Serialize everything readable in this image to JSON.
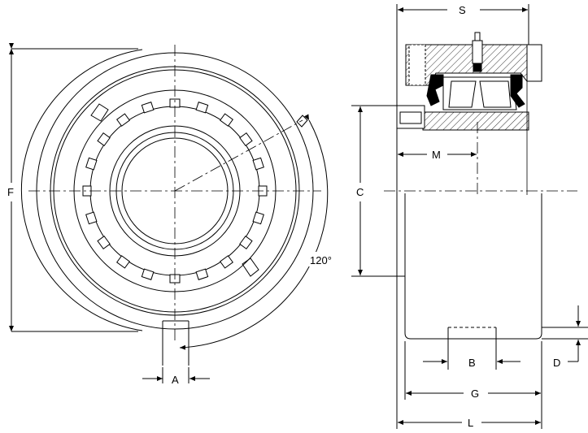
{
  "labels": {
    "f": "F",
    "a": "A",
    "angle": "120°",
    "s": "S",
    "c": "C",
    "m": "M",
    "b": "B",
    "d": "D",
    "g": "G",
    "l": "L"
  },
  "colors": {
    "line": "#000000",
    "hatch": "#000000",
    "seal": "#000000"
  }
}
